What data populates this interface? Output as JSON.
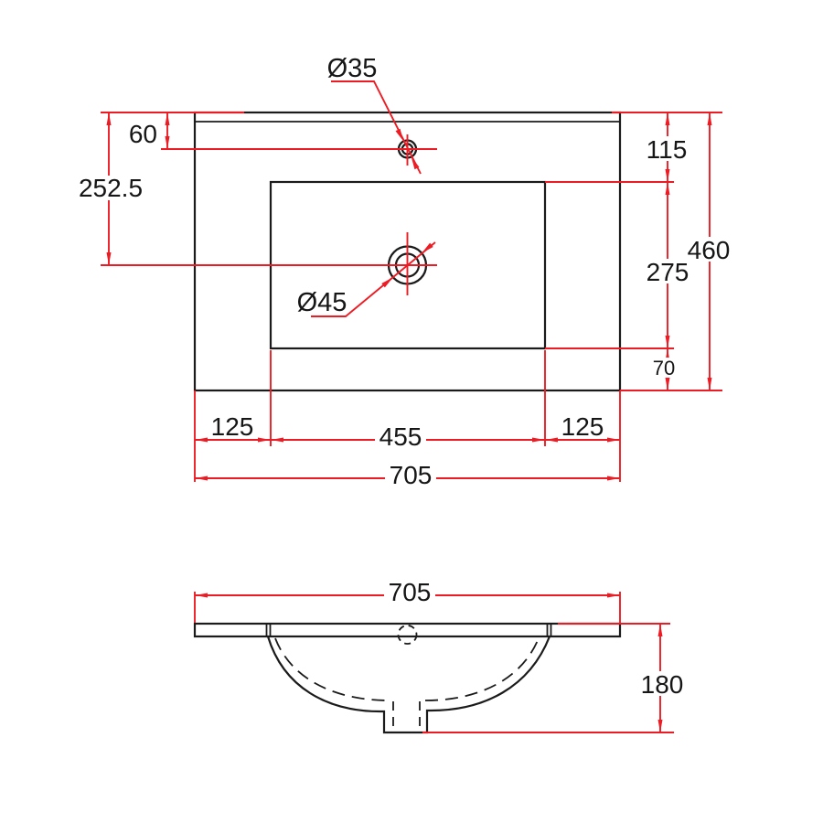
{
  "colors": {
    "red": "#ed1c24",
    "black": "#1b1b1b",
    "text": "#161616",
    "background": "#ffffff"
  },
  "top_view": {
    "dimensions": {
      "faucet_hole_dia": "Ø35",
      "drain_hole_dia": "Ø45",
      "top_edge_to_faucet_center": "60",
      "top_edge_to_drain_center": "252.5",
      "top_edge_to_basin": "115",
      "basin_depth": "275",
      "basin_to_front_edge": "70",
      "overall_depth": "460",
      "left_offset": "125",
      "basin_width": "455",
      "right_offset": "125",
      "overall_width": "705"
    }
  },
  "front_view": {
    "dimensions": {
      "overall_width": "705",
      "overall_height": "180"
    }
  }
}
